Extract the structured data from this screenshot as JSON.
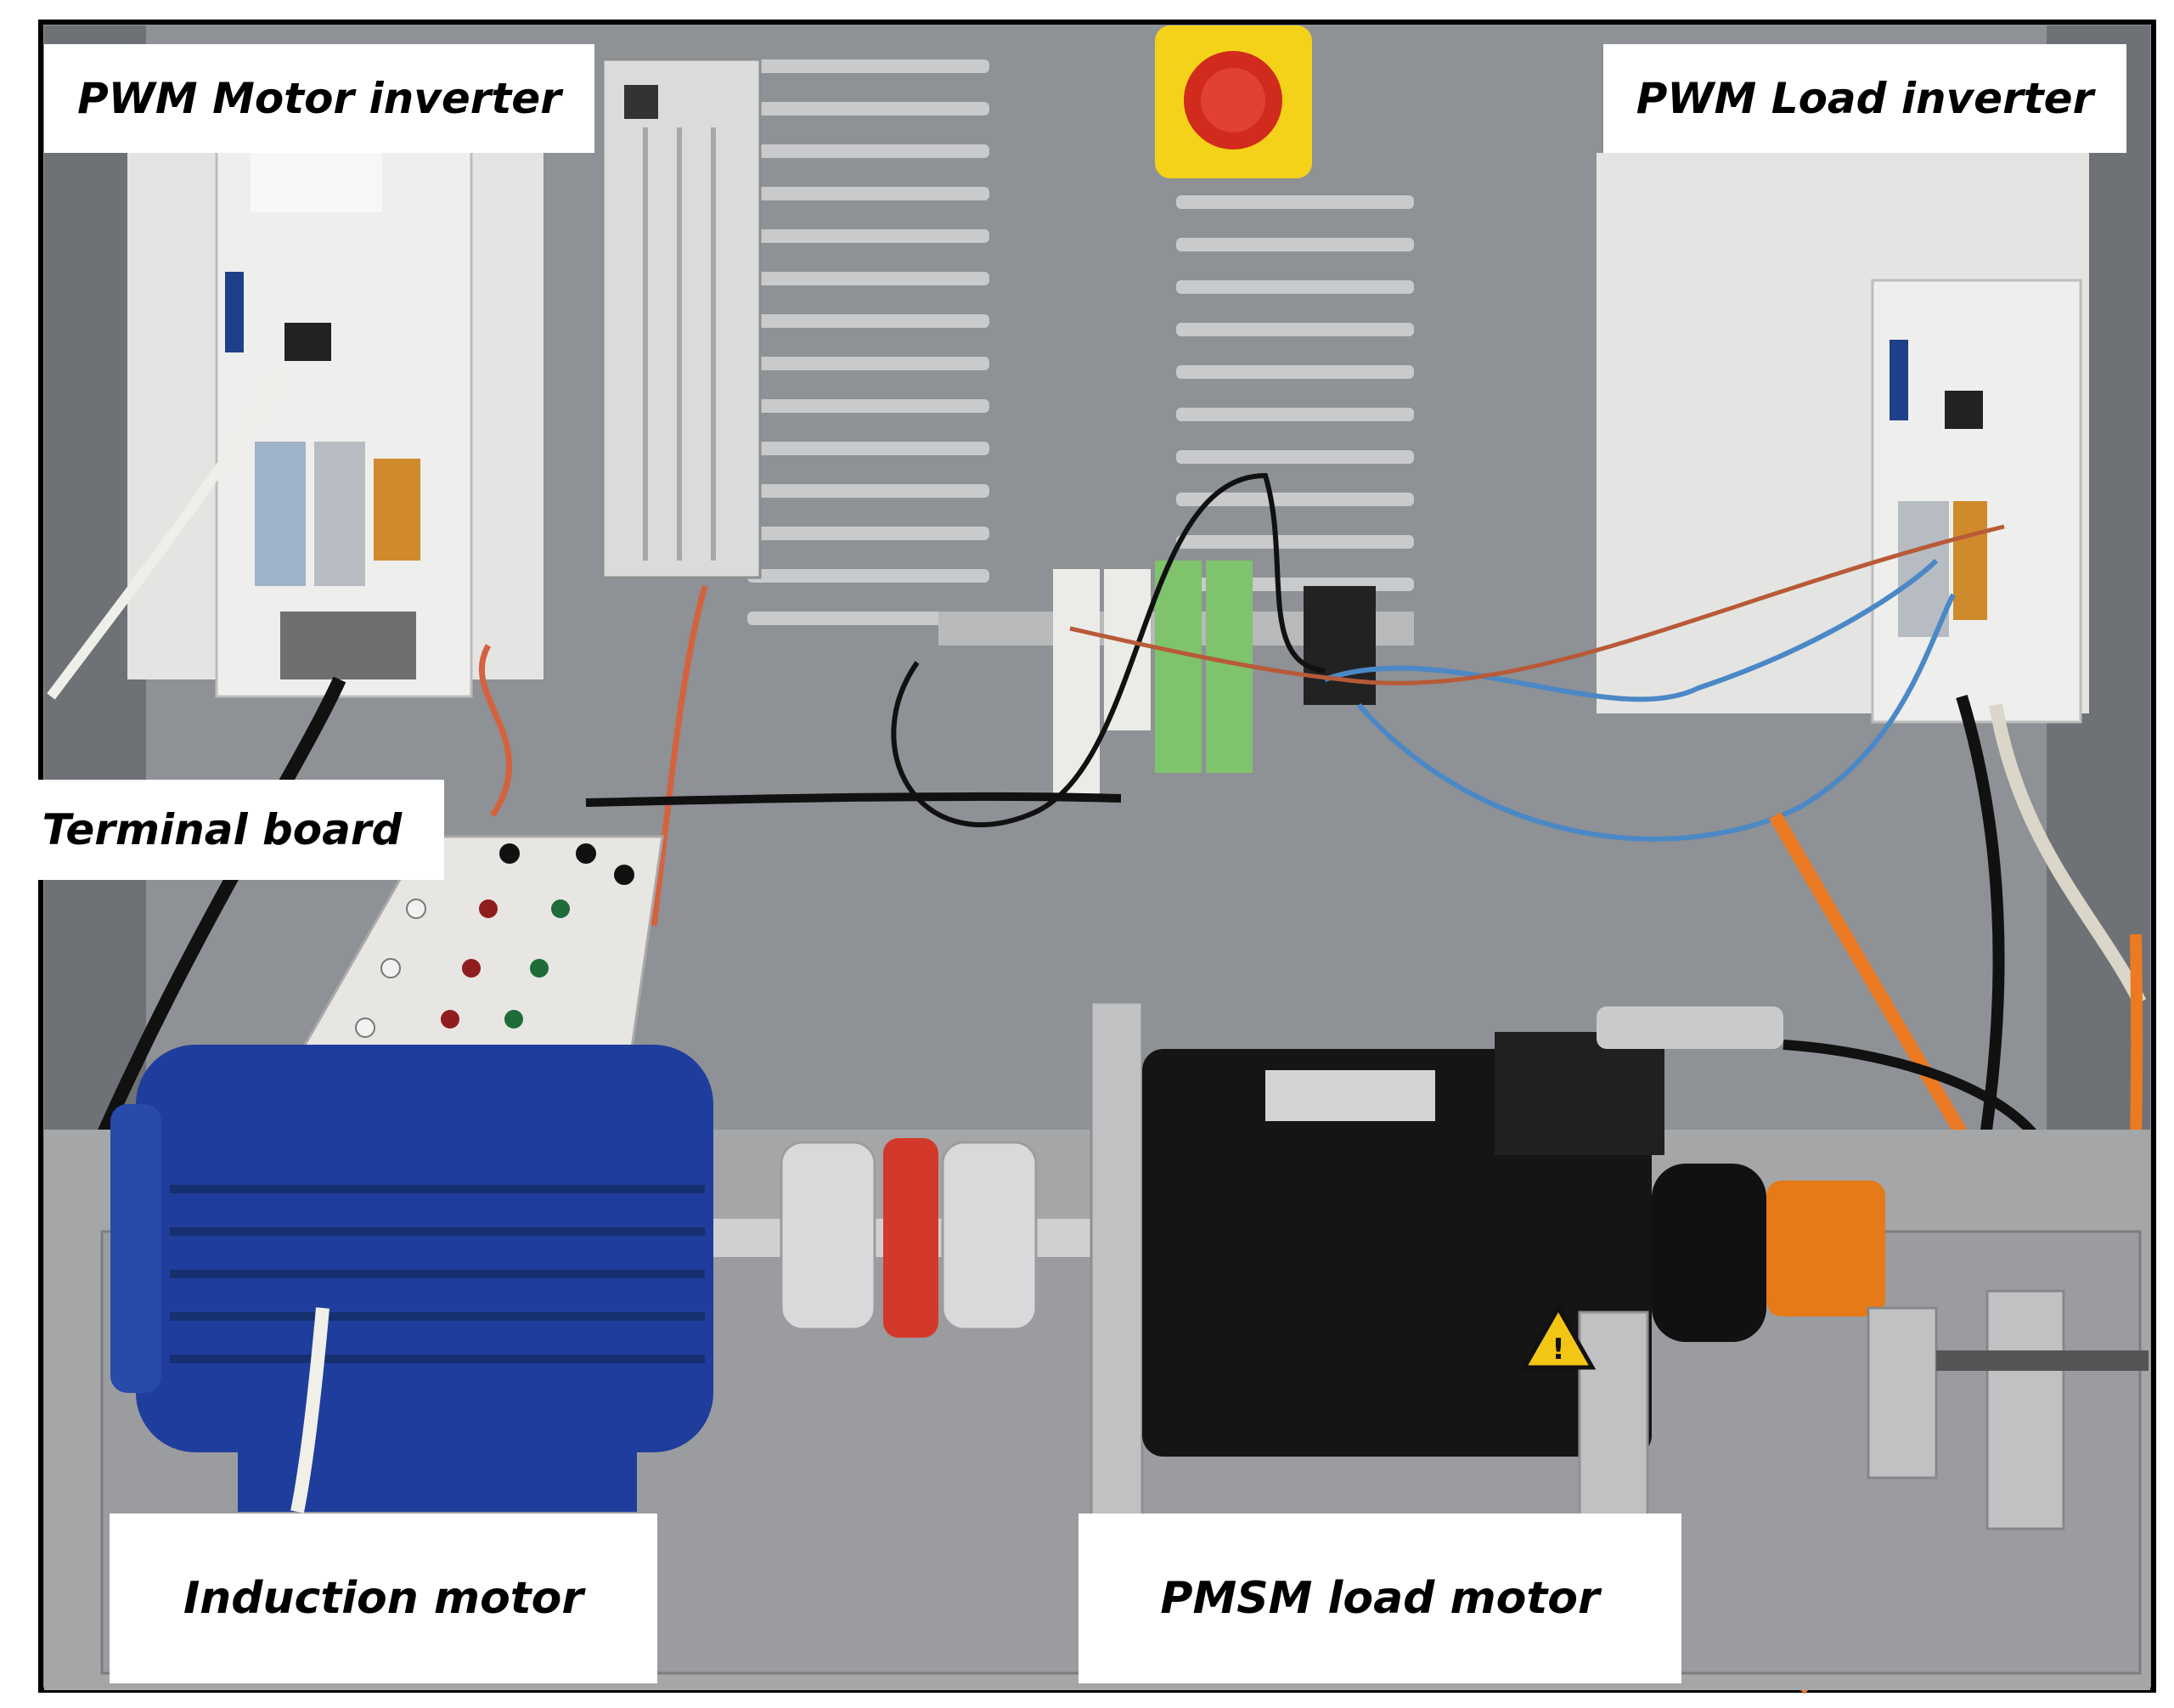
{
  "labels": {
    "motor_inverter": "PWM Motor inverter",
    "load_inverter": "PWM Load inverter",
    "terminal_board": "Terminal board",
    "induction_motor": "Induction motor",
    "pmsm_load_motor": "PMSM load motor"
  },
  "colors": {
    "panel": "#8f9296",
    "frame": "#000000",
    "inverter_body": "#e6e6e4",
    "motor_blue": "#1f3d9c",
    "pmsm_black": "#151515",
    "encoder_orange": "#e57a16",
    "estop_yellow": "#f5d21a",
    "estop_red": "#d02b1d",
    "cable_orange": "#ec7a22"
  },
  "icons": {
    "estop": "emergency-stop-icon",
    "warning": "warning-triangle-icon"
  }
}
